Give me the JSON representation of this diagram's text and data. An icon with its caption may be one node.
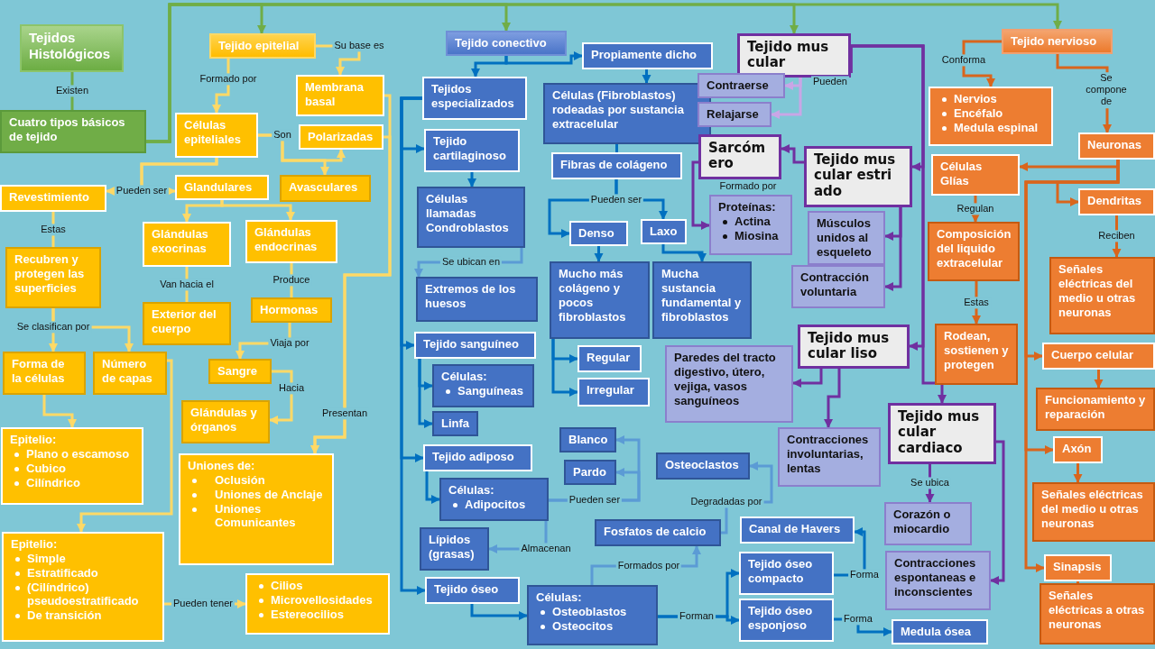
{
  "diagram": {
    "nodes": [
      {
        "text": [
          "Tejidos Histológicos"
        ]
      },
      {
        "text": [
          "Cuatro tipos básicos de tejido"
        ]
      },
      {
        "text": [
          "Tejido epitelial"
        ]
      },
      {
        "text": [
          "Membrana basal"
        ]
      },
      {
        "text": [
          "Células epiteliales"
        ]
      },
      {
        "text": [
          "Polarizadas"
        ]
      },
      {
        "text": [
          "Glandulares"
        ]
      },
      {
        "text": [
          "Avasculares"
        ]
      },
      {
        "text": [
          "Revestimiento"
        ]
      },
      {
        "text": [
          "Glándulas exocrinas"
        ]
      },
      {
        "text": [
          "Glándulas endocrinas"
        ]
      },
      {
        "text": [
          "Recubren y protegen las superficies"
        ]
      },
      {
        "text": [
          "Exterior del cuerpo"
        ]
      },
      {
        "text": [
          "Hormonas"
        ]
      },
      {
        "text": [
          "Forma de la células"
        ]
      },
      {
        "text": [
          "Número de capas"
        ]
      },
      {
        "text": [
          "Sangre"
        ]
      },
      {
        "text": [
          "Glándulas y órganos"
        ]
      },
      {
        "text": [
          "Epitelio:",
          "Plano o escamoso",
          "Cubico",
          "Cilíndrico"
        ]
      },
      {
        "text": [
          "Epitelio:",
          "Simple",
          "Estratificado",
          "(Cilíndrico) pseudoestratificado",
          "De transición"
        ]
      },
      {
        "text": [
          "Uniones de:",
          "Oclusión",
          "Uniones de Anclaje",
          "Uniones Comunicantes"
        ]
      },
      {
        "text": [
          "Cilios",
          "Microvellosidades",
          "Estereocilios"
        ]
      },
      {
        "text": [
          "Tejido conectivo"
        ]
      },
      {
        "text": [
          "Propiamente dicho"
        ]
      },
      {
        "text": [
          "Tejidos especializados"
        ]
      },
      {
        "text": [
          "Células (Fibroblastos) rodeadas por sustancia extracelular"
        ]
      },
      {
        "text": [
          "Tejido cartilaginoso"
        ]
      },
      {
        "text": [
          "Fibras de colágeno"
        ]
      },
      {
        "text": [
          "Células llamadas Condroblastos"
        ]
      },
      {
        "text": [
          "Denso"
        ]
      },
      {
        "text": [
          "Laxo"
        ]
      },
      {
        "text": [
          "Extremos de los huesos"
        ]
      },
      {
        "text": [
          "Mucho más colágeno y pocos fibroblastos"
        ]
      },
      {
        "text": [
          "Mucha sustancia fundamental y fibroblastos"
        ]
      },
      {
        "text": [
          "Tejido sanguíneo"
        ]
      },
      {
        "text": [
          "Regular"
        ]
      },
      {
        "text": [
          "Células:",
          "Sanguíneas"
        ]
      },
      {
        "text": [
          "Irregular"
        ]
      },
      {
        "text": [
          "Linfa"
        ]
      },
      {
        "text": [
          "Blanco"
        ]
      },
      {
        "text": [
          "Tejido adiposo"
        ]
      },
      {
        "text": [
          "Pardo"
        ]
      },
      {
        "text": [
          "Osteoclastos"
        ]
      },
      {
        "text": [
          "Células:",
          "Adipocitos"
        ]
      },
      {
        "text": [
          "Lípidos (grasas)"
        ]
      },
      {
        "text": [
          "Fosfatos de calcio"
        ]
      },
      {
        "text": [
          "Tejido óseo"
        ]
      },
      {
        "text": [
          "Células:",
          "Osteoblastos",
          "Osteocitos"
        ]
      },
      {
        "text": [
          "Canal de Havers"
        ]
      },
      {
        "text": [
          "Tejido óseo compacto"
        ]
      },
      {
        "text": [
          "Tejido óseo esponjoso"
        ]
      },
      {
        "text": [
          "Medula ósea"
        ]
      },
      {
        "text": [
          "Tejido mus cular"
        ]
      },
      {
        "text": [
          "Contraerse"
        ]
      },
      {
        "text": [
          "Relajarse"
        ]
      },
      {
        "text": [
          "Sarcóm ero"
        ]
      },
      {
        "text": [
          "Tejido mus cular estri ado"
        ]
      },
      {
        "text": [
          "Proteínas:",
          "Actina",
          "Miosina"
        ]
      },
      {
        "text": [
          "Músculos unidos al esqueleto"
        ]
      },
      {
        "text": [
          "Contracción voluntaria"
        ]
      },
      {
        "text": [
          "Paredes del tracto digestivo, útero, vejiga, vasos sanguíneos"
        ]
      },
      {
        "text": [
          "Tejido mus cular liso"
        ]
      },
      {
        "text": [
          "Contracciones involuntarias, lentas"
        ]
      },
      {
        "text": [
          "Tejido mus cular cardiaco"
        ]
      },
      {
        "text": [
          "Corazón o miocardio"
        ]
      },
      {
        "text": [
          "Contracciones espontaneas e inconscientes"
        ]
      },
      {
        "text": [
          "Tejido nervioso"
        ]
      },
      {
        "text": [
          "Nervios",
          "Encéfalo",
          "Medula espinal"
        ]
      },
      {
        "text": [
          "Neuronas"
        ]
      },
      {
        "text": [
          "Células Glías"
        ]
      },
      {
        "text": [
          "Dendritas"
        ]
      },
      {
        "text": [
          "Composición del liquido extracelular"
        ]
      },
      {
        "text": [
          "Señales eléctricas del medio u otras neuronas"
        ]
      },
      {
        "text": [
          "Rodean, sostienen y protegen"
        ]
      },
      {
        "text": [
          "Cuerpo celular"
        ]
      },
      {
        "text": [
          "Funcionamiento y reparación"
        ]
      },
      {
        "text": [
          "Axón"
        ]
      },
      {
        "text": [
          "Señales eléctricas del medio u otras neuronas"
        ]
      },
      {
        "text": [
          "Sinapsis"
        ]
      },
      {
        "text": [
          "Señales eléctricas a otras neuronas"
        ]
      }
    ],
    "edges": [
      {
        "from": 0,
        "to": 1,
        "arrow": "none",
        "label": "Existen",
        "color": "#70ad47"
      },
      {
        "from": 1,
        "to": 2,
        "arrow": "to",
        "color": "#70ad47"
      },
      {
        "from": 1,
        "to": 22,
        "arrow": "to",
        "color": "#70ad47"
      },
      {
        "from": 1,
        "to": 52,
        "arrow": "to",
        "color": "#70ad47"
      },
      {
        "from": 1,
        "to": 66,
        "arrow": "to",
        "color": "#70ad47"
      },
      {
        "from": 2,
        "to": 3,
        "arrow": "to",
        "label": "Su base es",
        "color": "#ffd966"
      },
      {
        "from": 2,
        "to": 4,
        "arrow": "to",
        "label": "Formado por",
        "color": "#ffd966"
      },
      {
        "from": 4,
        "to": 5,
        "arrow": "to",
        "label": "Son",
        "color": "#ffd966"
      },
      {
        "from": 4,
        "to": 7,
        "arrow": "to",
        "color": "#ffd966"
      },
      {
        "from": 4,
        "to": 8,
        "arrow": "to",
        "label": "Pueden ser",
        "color": "#ffd966"
      },
      {
        "from": 4,
        "to": 6,
        "arrow": "to",
        "color": "#ffd966"
      },
      {
        "from": 6,
        "to": 9,
        "arrow": "to",
        "color": "#ffd966"
      },
      {
        "from": 6,
        "to": 10,
        "arrow": "to",
        "color": "#ffd966"
      },
      {
        "from": 8,
        "to": 11,
        "arrow": "none",
        "label": "Estas",
        "color": "#ffd966"
      },
      {
        "from": 9,
        "to": 12,
        "arrow": "none",
        "label": "Van hacia el",
        "color": "#ffd966"
      },
      {
        "from": 10,
        "to": 13,
        "arrow": "none",
        "label": "Produce",
        "color": "#ffd966"
      },
      {
        "from": 11,
        "to": 14,
        "arrow": "to",
        "label": "Se clasifican por",
        "color": "#ffd966"
      },
      {
        "from": 11,
        "to": 15,
        "arrow": "to",
        "color": "#ffd966"
      },
      {
        "from": 13,
        "to": 16,
        "arrow": "to",
        "label": "Viaja por",
        "color": "#ffd966"
      },
      {
        "from": 16,
        "to": 17,
        "arrow": "to",
        "label": "Hacia",
        "color": "#ffd966"
      },
      {
        "from": 3,
        "to": 20,
        "arrow": "to",
        "label": "Presentan",
        "color": "#ffd966"
      },
      {
        "from": 5,
        "to": 20,
        "arrow": "to",
        "color": "#ffd966"
      },
      {
        "from": 14,
        "to": 18,
        "arrow": "to",
        "color": "#ffd966"
      },
      {
        "from": 15,
        "to": 19,
        "arrow": "to",
        "color": "#ffd966"
      },
      {
        "from": 19,
        "to": 21,
        "arrow": "to",
        "label": "Pueden tener",
        "color": "#ffd966"
      },
      {
        "from": 22,
        "to": 23,
        "arrow": "to"
      },
      {
        "from": 22,
        "to": 24,
        "arrow": "to"
      },
      {
        "from": 24,
        "to": 26,
        "arrow": "to"
      },
      {
        "from": 24,
        "to": 34,
        "arrow": "to"
      },
      {
        "from": 24,
        "to": 40,
        "arrow": "to"
      },
      {
        "from": 24,
        "to": 46,
        "arrow": "to"
      },
      {
        "from": 23,
        "to": 25,
        "arrow": "to"
      },
      {
        "from": 25,
        "to": 27,
        "arrow": "none"
      },
      {
        "from": 27,
        "to": 29,
        "arrow": "to",
        "label": "Pueden ser"
      },
      {
        "from": 27,
        "to": 30,
        "arrow": "to"
      },
      {
        "from": 26,
        "to": 28,
        "arrow": "to"
      },
      {
        "from": 28,
        "to": 31,
        "arrow": "to",
        "label": "Se ubican en",
        "color": "#5b9bd5"
      },
      {
        "from": 29,
        "to": 32,
        "arrow": "to"
      },
      {
        "from": 30,
        "to": 33,
        "arrow": "to"
      },
      {
        "from": 32,
        "to": 35,
        "arrow": "to"
      },
      {
        "from": 32,
        "to": 37,
        "arrow": "to"
      },
      {
        "from": 34,
        "to": 36,
        "arrow": "to"
      },
      {
        "from": 34,
        "to": 38,
        "arrow": "to"
      },
      {
        "from": 40,
        "to": 43,
        "arrow": "to"
      },
      {
        "from": 43,
        "to": 39,
        "arrow": "to",
        "label": "Pueden ser",
        "color": "#5b9bd5"
      },
      {
        "from": 43,
        "to": 41,
        "arrow": "to",
        "color": "#5b9bd5"
      },
      {
        "from": 43,
        "to": 44,
        "arrow": "to",
        "label": "Almacenan",
        "color": "#5b9bd5"
      },
      {
        "from": 46,
        "to": 47,
        "arrow": "to"
      },
      {
        "from": 47,
        "to": 45,
        "arrow": "to",
        "label": "Formados por",
        "color": "#5b9bd5"
      },
      {
        "from": 45,
        "to": 42,
        "arrow": "to",
        "label": "Degradadas por",
        "color": "#5b9bd5"
      },
      {
        "from": 47,
        "to": 49,
        "arrow": "to",
        "label": "Forman"
      },
      {
        "from": 47,
        "to": 50,
        "arrow": "to"
      },
      {
        "from": 49,
        "to": 48,
        "arrow": "to",
        "label": "Forma"
      },
      {
        "from": 50,
        "to": 51,
        "arrow": "to",
        "label": "Forma"
      },
      {
        "from": 52,
        "to": 53,
        "arrow": "to",
        "label": "Pueden",
        "color": "#c9a6e6"
      },
      {
        "from": 52,
        "to": 54,
        "arrow": "to",
        "color": "#c9a6e6"
      },
      {
        "from": 52,
        "to": 56,
        "arrow": "to",
        "color": "#7030a0"
      },
      {
        "from": 52,
        "to": 61,
        "arrow": "to",
        "color": "#7030a0"
      },
      {
        "from": 52,
        "to": 63,
        "arrow": "to",
        "color": "#7030a0"
      },
      {
        "from": 56,
        "to": 55,
        "arrow": "to",
        "color": "#7030a0"
      },
      {
        "from": 55,
        "to": 57,
        "arrow": "to",
        "label": "Formado por",
        "color": "#7030a0"
      },
      {
        "from": 56,
        "to": 58,
        "arrow": "to",
        "color": "#7030a0"
      },
      {
        "from": 56,
        "to": 59,
        "arrow": "to",
        "color": "#7030a0"
      },
      {
        "from": 61,
        "to": 60,
        "arrow": "to",
        "color": "#7030a0"
      },
      {
        "from": 61,
        "to": 62,
        "arrow": "to",
        "color": "#7030a0"
      },
      {
        "from": 63,
        "to": 64,
        "arrow": "to",
        "label": "Se ubica",
        "color": "#7030a0"
      },
      {
        "from": 63,
        "to": 65,
        "arrow": "to",
        "color": "#7030a0"
      },
      {
        "from": 66,
        "to": 67,
        "arrow": "to",
        "label": "Conforma",
        "color": "#d9651c"
      },
      {
        "from": 66,
        "to": 68,
        "arrow": "to",
        "label": "Se compone de",
        "color": "#d9651c"
      },
      {
        "from": 68,
        "to": 69,
        "arrow": "to",
        "color": "#d9651c"
      },
      {
        "from": 68,
        "to": 70,
        "arrow": "to",
        "color": "#d9651c"
      },
      {
        "from": 68,
        "to": 74,
        "arrow": "to",
        "color": "#d9651c"
      },
      {
        "from": 68,
        "to": 76,
        "arrow": "to",
        "color": "#d9651c"
      },
      {
        "from": 68,
        "to": 78,
        "arrow": "to",
        "color": "#d9651c"
      },
      {
        "from": 69,
        "to": 71,
        "arrow": "to",
        "label": "Regulan",
        "color": "#d9651c"
      },
      {
        "from": 71,
        "to": 73,
        "arrow": "to",
        "label": "Estas",
        "color": "#d9651c"
      },
      {
        "from": 70,
        "to": 72,
        "arrow": "to",
        "label": "Reciben",
        "color": "#d9651c"
      },
      {
        "from": 74,
        "to": 75,
        "arrow": "to",
        "color": "#d9651c"
      },
      {
        "from": 76,
        "to": 77,
        "arrow": "to",
        "color": "#d9651c"
      },
      {
        "from": 78,
        "to": 79,
        "arrow": "to",
        "color": "#d9651c"
      }
    ]
  }
}
